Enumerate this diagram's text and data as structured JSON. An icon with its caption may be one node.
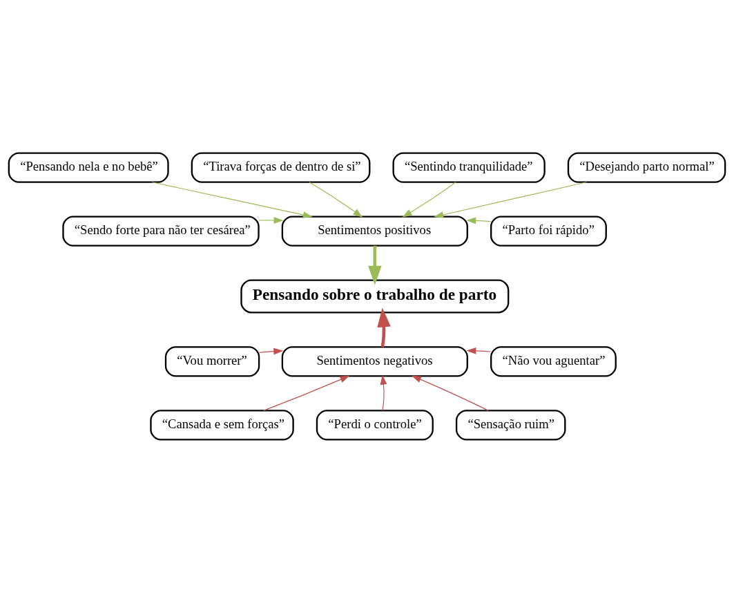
{
  "diagram": {
    "nodes": [
      {
        "text": [
          "“Pensando nela e no bebê”"
        ]
      },
      {
        "text": [
          "“Tirava forças de dentro de si”"
        ]
      },
      {
        "text": [
          "“Sentindo tranquilidade”"
        ]
      },
      {
        "text": [
          "“Desejando parto normal”"
        ]
      },
      {
        "text": [
          "“Sendo forte para não ter cesárea”"
        ]
      },
      {
        "text": [
          "Sentimentos positivos"
        ]
      },
      {
        "text": [
          "“Parto foi rápido”"
        ]
      },
      {
        "text": [
          "Pensando sobre o trabalho de parto"
        ]
      },
      {
        "text": [
          "“Vou morrer”"
        ]
      },
      {
        "text": [
          "Sentimentos negativos"
        ]
      },
      {
        "text": [
          "“Não vou aguentar”"
        ]
      },
      {
        "text": [
          "“Cansada e sem forças”"
        ]
      },
      {
        "text": [
          "“Perdi o controle”"
        ]
      },
      {
        "text": [
          "“Sensação ruim”"
        ]
      }
    ],
    "edges": [
      {
        "from": 0,
        "to": 5,
        "arrow": "to",
        "color": "#9bbb59"
      },
      {
        "from": 1,
        "to": 5,
        "arrow": "to",
        "color": "#9bbb59"
      },
      {
        "from": 2,
        "to": 5,
        "arrow": "to",
        "color": "#9bbb59"
      },
      {
        "from": 3,
        "to": 5,
        "arrow": "to",
        "color": "#9bbb59"
      },
      {
        "from": 4,
        "to": 5,
        "arrow": "to",
        "color": "#9bbb59"
      },
      {
        "from": 6,
        "to": 5,
        "arrow": "to",
        "color": "#9bbb59"
      },
      {
        "from": 5,
        "to": 7,
        "arrow": "to",
        "style": "thick",
        "color": "#9bbb59"
      },
      {
        "from": 9,
        "to": 7,
        "arrow": "to",
        "style": "thick",
        "color": "#c0504d"
      },
      {
        "from": 8,
        "to": 9,
        "arrow": "to",
        "color": "#c0504d"
      },
      {
        "from": 10,
        "to": 9,
        "arrow": "to",
        "color": "#c0504d"
      },
      {
        "from": 11,
        "to": 9,
        "arrow": "to",
        "color": "#c0504d"
      },
      {
        "from": 12,
        "to": 9,
        "arrow": "to",
        "color": "#c0504d"
      },
      {
        "from": 13,
        "to": 9,
        "arrow": "to",
        "color": "#c0504d"
      }
    ]
  }
}
